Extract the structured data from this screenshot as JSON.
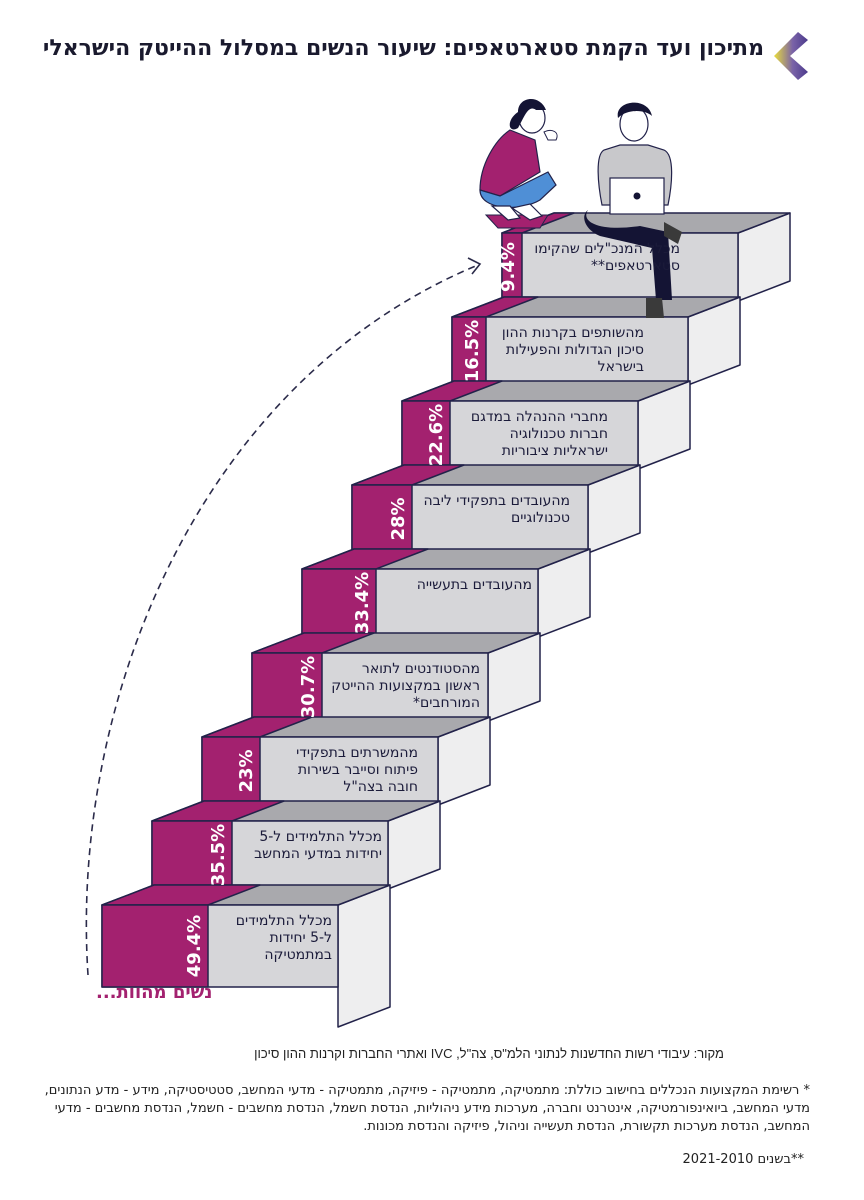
{
  "header": {
    "title": "מתיכון ועד הקמת סטארטאפים: שיעור הנשים במסלול ההייטק הישראלי",
    "logo_icon": "chevron-left-gradient-logo",
    "logo_colors": [
      "#e9dc3c",
      "#4b3a8c"
    ]
  },
  "colors": {
    "accent": "#a3216f",
    "step_front": "#d6d6d9",
    "step_top": "#a9a9ad",
    "step_side": "#eeeeef",
    "outline": "#22224a"
  },
  "steps": [
    {
      "percent": "49.4%",
      "value": 49.4,
      "label": "מכלל התלמידים ל-5 יחידות במתמטיקה"
    },
    {
      "percent": "35.5%",
      "value": 35.5,
      "label": "מכלל התלמידים ל-5 יחידות במדעי המחשב"
    },
    {
      "percent": "23%",
      "value": 23,
      "label": "מהמשרתים בתפקידי פיתוח וסייבר בשירות חובה בצה\"ל"
    },
    {
      "percent": "30.7%",
      "value": 30.7,
      "label": "מהסטודנטים לתואר ראשון במקצועות ההייטק המורחבים*"
    },
    {
      "percent": "33.4%",
      "value": 33.4,
      "label": "מהעובדים בתעשייה"
    },
    {
      "percent": "28%",
      "value": 28,
      "label": "מהעובדים בתפקידי ליבה טכנולוגיים"
    },
    {
      "percent": "22.6%",
      "value": 22.6,
      "label": "מחברי ההנהלה במדגם חברות טכנולוגיה ישראליות ציבוריות"
    },
    {
      "percent": "16.5%",
      "value": 16.5,
      "label": "מהשותפים בקרנות ההון סיכון הגדולות והפעילות בישראל"
    },
    {
      "percent": "9.4%",
      "value": 9.4,
      "label": "מכלל המנכ\"לים שהקימו סטארטאפים**"
    }
  ],
  "women_label": "נשים מהוות...",
  "source": "מקור: עיבודי רשות החדשנות לנתוני הלמ\"ס, צה\"ל, IVC ואתרי החברות וקרנות ההון סיכון",
  "footnote_star": "*  רשימת המקצועות הנכללים בחישוב כוללת: מתמטיקה, מתמטיקה - פיזיקה, מתמטיקה - מדעי המחשב, סטטיסטיקה, מידע - מדע הנתונים, מדעי המחשב, ביואינפורמטיקה, אינטרנט וחברה, מערכות מידע ניהוליות, הנדסת חשמל, הנדסת מחשבים - חשמל, הנדסת מחשבים - מדעי המחשב, הנדסת מערכות תקשורת, הנדסת תעשייה וניהול, פיזיקה והנדסת מכונות.",
  "footnote_double_star": "**בשנים 2021-2010",
  "illustration": {
    "woman": "woman-crouching-icon",
    "man": "man-with-laptop-icon"
  }
}
